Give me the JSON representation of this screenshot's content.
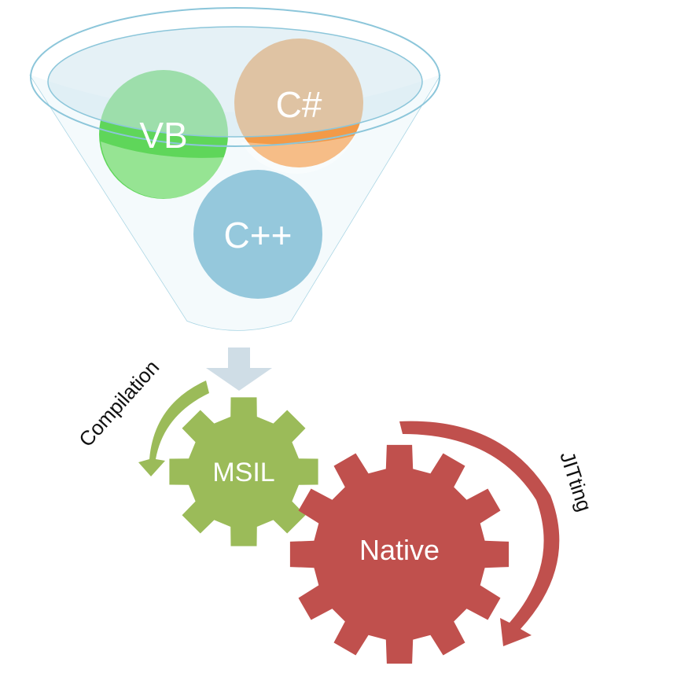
{
  "funnel": {
    "languages": [
      {
        "label": "VB",
        "color": "#5fd65a"
      },
      {
        "label": "C#",
        "color": "#f29a48"
      },
      {
        "label": "C++",
        "color": "#95c8dc"
      }
    ],
    "rim_color": "#9fcfdf"
  },
  "arrow_down_color": "#cfdde6",
  "gears": {
    "msil": {
      "label": "MSIL",
      "color": "#9bbb59"
    },
    "native": {
      "label": "Native",
      "color": "#c0504d"
    }
  },
  "arrows": {
    "compilation": {
      "label": "Compilation",
      "color": "#9bbb59"
    },
    "jitting": {
      "label": "JITting",
      "color": "#c0504d"
    }
  }
}
